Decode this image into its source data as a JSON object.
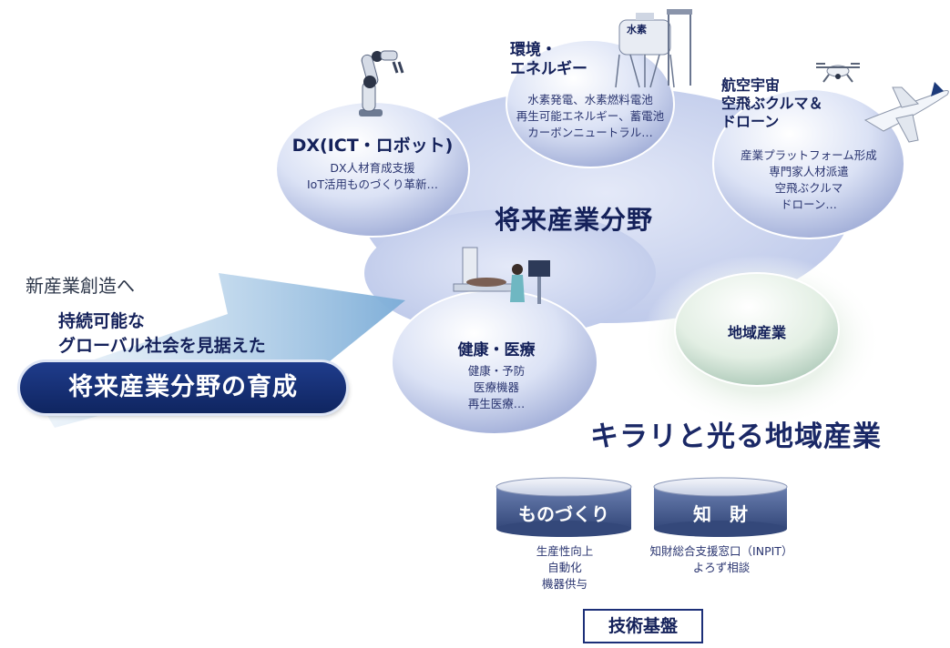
{
  "left": {
    "line1": "新産業創造へ",
    "line2": "持続可能な",
    "line3": "グローバル社会を見据えた",
    "pill": "将来産業分野の育成"
  },
  "center_title": "将来産業分野",
  "circles": {
    "dx": {
      "title": "DX(ICT・ロボット)",
      "items": [
        "DX人材育成支援",
        "IoT活用ものづくり革新…"
      ]
    },
    "energy": {
      "title_line1": "環境・",
      "title_line2": "エネルギー",
      "items": [
        "水素発電、水素燃料電池",
        "再生可能エネルギー、蓄電池",
        "カーボンニュートラル…"
      ],
      "tank_label": "水素"
    },
    "aero": {
      "title_line1": "航空宇宙",
      "title_line2": "空飛ぶクルマ＆",
      "title_line3": "ドローン",
      "items": [
        "産業プラットフォーム形成",
        "専門家人材派遣",
        "空飛ぶクルマ",
        "ドローン…"
      ]
    },
    "health": {
      "title": "健康・医療",
      "items": [
        "健康・予防",
        "医療機器",
        "再生医療…"
      ]
    },
    "regional": {
      "title": "地域産業"
    }
  },
  "regional_tagline": "キラリと光る地域産業",
  "foundation": {
    "monozukuri": {
      "label": "ものづくり",
      "items": [
        "生産性向上",
        "自動化",
        "機器供与"
      ]
    },
    "chizai": {
      "label": "知　財",
      "items": [
        "知財総合支援窓口（INPIT）",
        "よろず相談"
      ]
    },
    "base_label": "技術基盤"
  },
  "colors": {
    "navy": "#14215a",
    "pill": "#1f3c8c",
    "arrow": "#8fb8dc",
    "cloud": "#c9d3ef",
    "cylinder": "#4d6194"
  }
}
